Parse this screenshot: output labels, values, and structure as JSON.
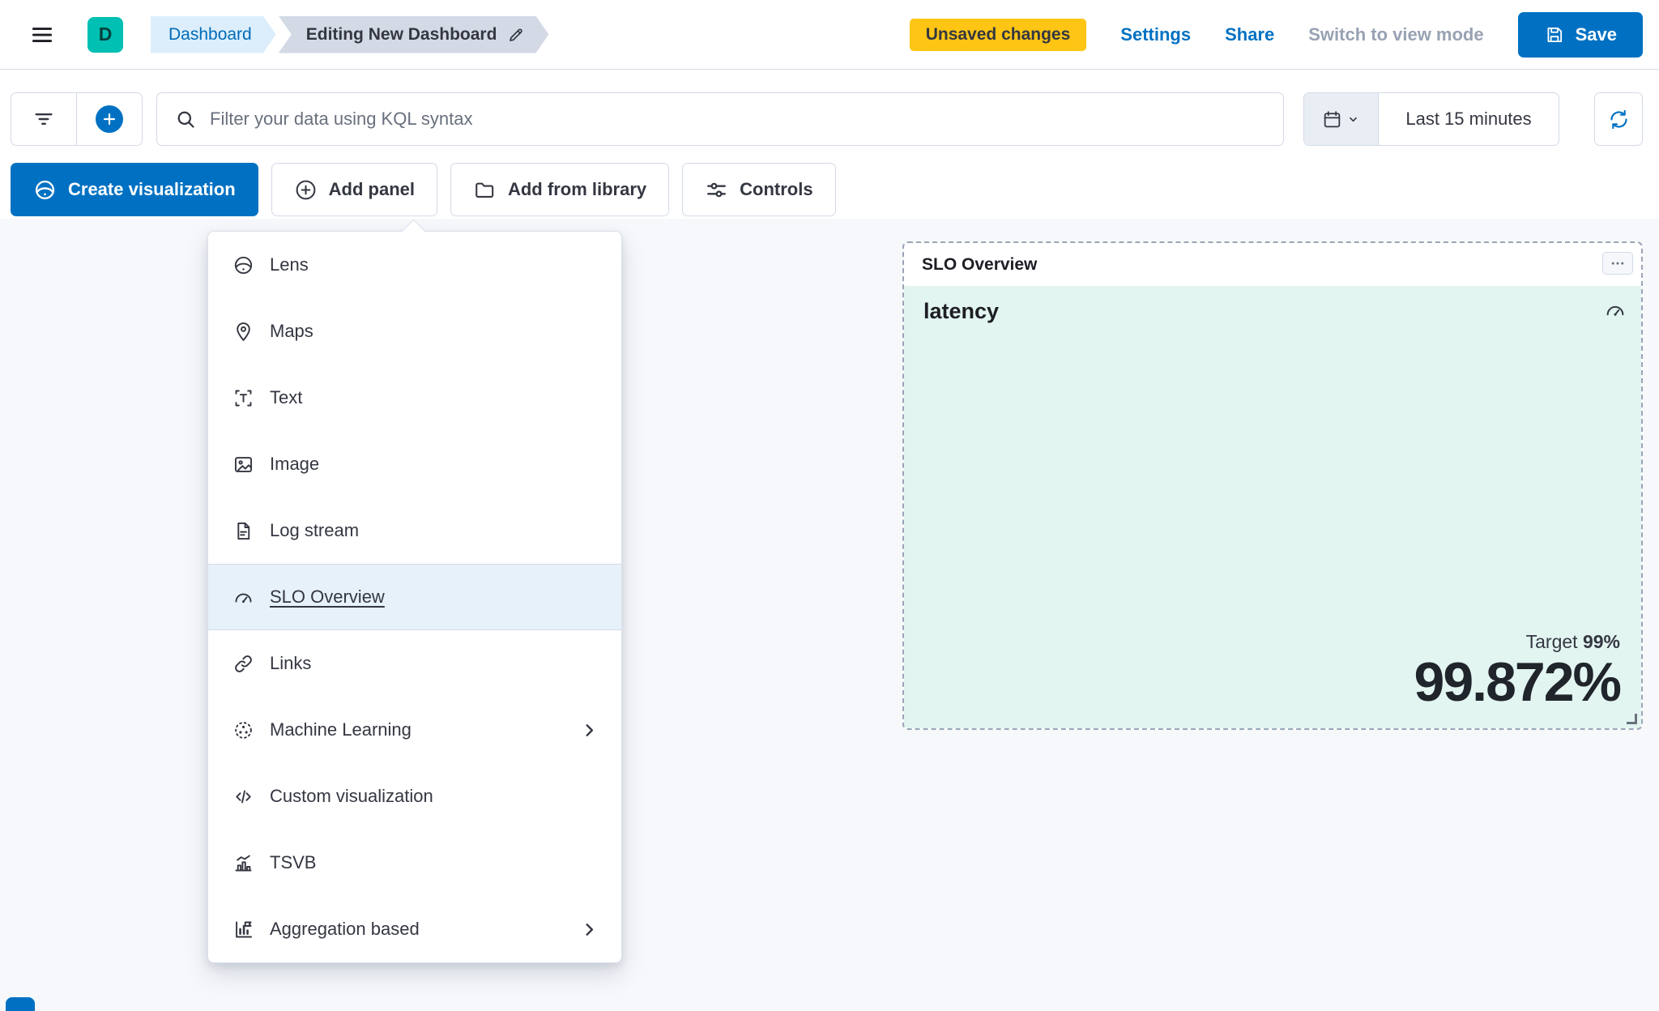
{
  "topbar": {
    "avatar_initial": "D",
    "breadcrumbs": [
      {
        "label": "Dashboard"
      },
      {
        "label": "Editing New Dashboard"
      }
    ],
    "unsaved_badge": "Unsaved changes",
    "settings_label": "Settings",
    "share_label": "Share",
    "switch_view_label": "Switch to view mode",
    "save_label": "Save"
  },
  "querybar": {
    "search_placeholder": "Filter your data using KQL syntax",
    "time_range_label": "Last 15 minutes"
  },
  "toolbar": {
    "create_visualization_label": "Create visualization",
    "add_panel_label": "Add panel",
    "add_from_library_label": "Add from library",
    "controls_label": "Controls"
  },
  "add_panel_menu": {
    "items": [
      {
        "label": "Lens",
        "icon": "lens-icon",
        "selected": false,
        "has_submenu": false
      },
      {
        "label": "Maps",
        "icon": "maps-icon",
        "selected": false,
        "has_submenu": false
      },
      {
        "label": "Text",
        "icon": "text-icon",
        "selected": false,
        "has_submenu": false
      },
      {
        "label": "Image",
        "icon": "image-icon",
        "selected": false,
        "has_submenu": false
      },
      {
        "label": "Log stream",
        "icon": "log-stream-icon",
        "selected": false,
        "has_submenu": false
      },
      {
        "label": "SLO Overview",
        "icon": "slo-gauge-icon",
        "selected": true,
        "has_submenu": false
      },
      {
        "label": "Links",
        "icon": "link-icon",
        "selected": false,
        "has_submenu": false
      },
      {
        "label": "Machine Learning",
        "icon": "machine-learning-icon",
        "selected": false,
        "has_submenu": true
      },
      {
        "label": "Custom visualization",
        "icon": "code-icon",
        "selected": false,
        "has_submenu": false
      },
      {
        "label": "TSVB",
        "icon": "tsvb-icon",
        "selected": false,
        "has_submenu": false
      },
      {
        "label": "Aggregation based",
        "icon": "aggregation-icon",
        "selected": false,
        "has_submenu": true
      }
    ]
  },
  "panel": {
    "title": "SLO Overview",
    "metric_name": "latency",
    "target_label": "Target",
    "target_value": "99%",
    "value": "99.872%"
  },
  "colors": {
    "primary_blue": "#0071c2",
    "badge_yellow": "#fec514",
    "avatar_teal": "#00bfb3",
    "panel_mint": "#e2f5f1",
    "selected_item_bg": "#e6f1fa",
    "border_gray": "#d3dae6",
    "text_dark": "#343741",
    "text_subdued": "#69707d",
    "text_disabled": "#98a2b3",
    "canvas_bg": "#f6f8fb"
  }
}
